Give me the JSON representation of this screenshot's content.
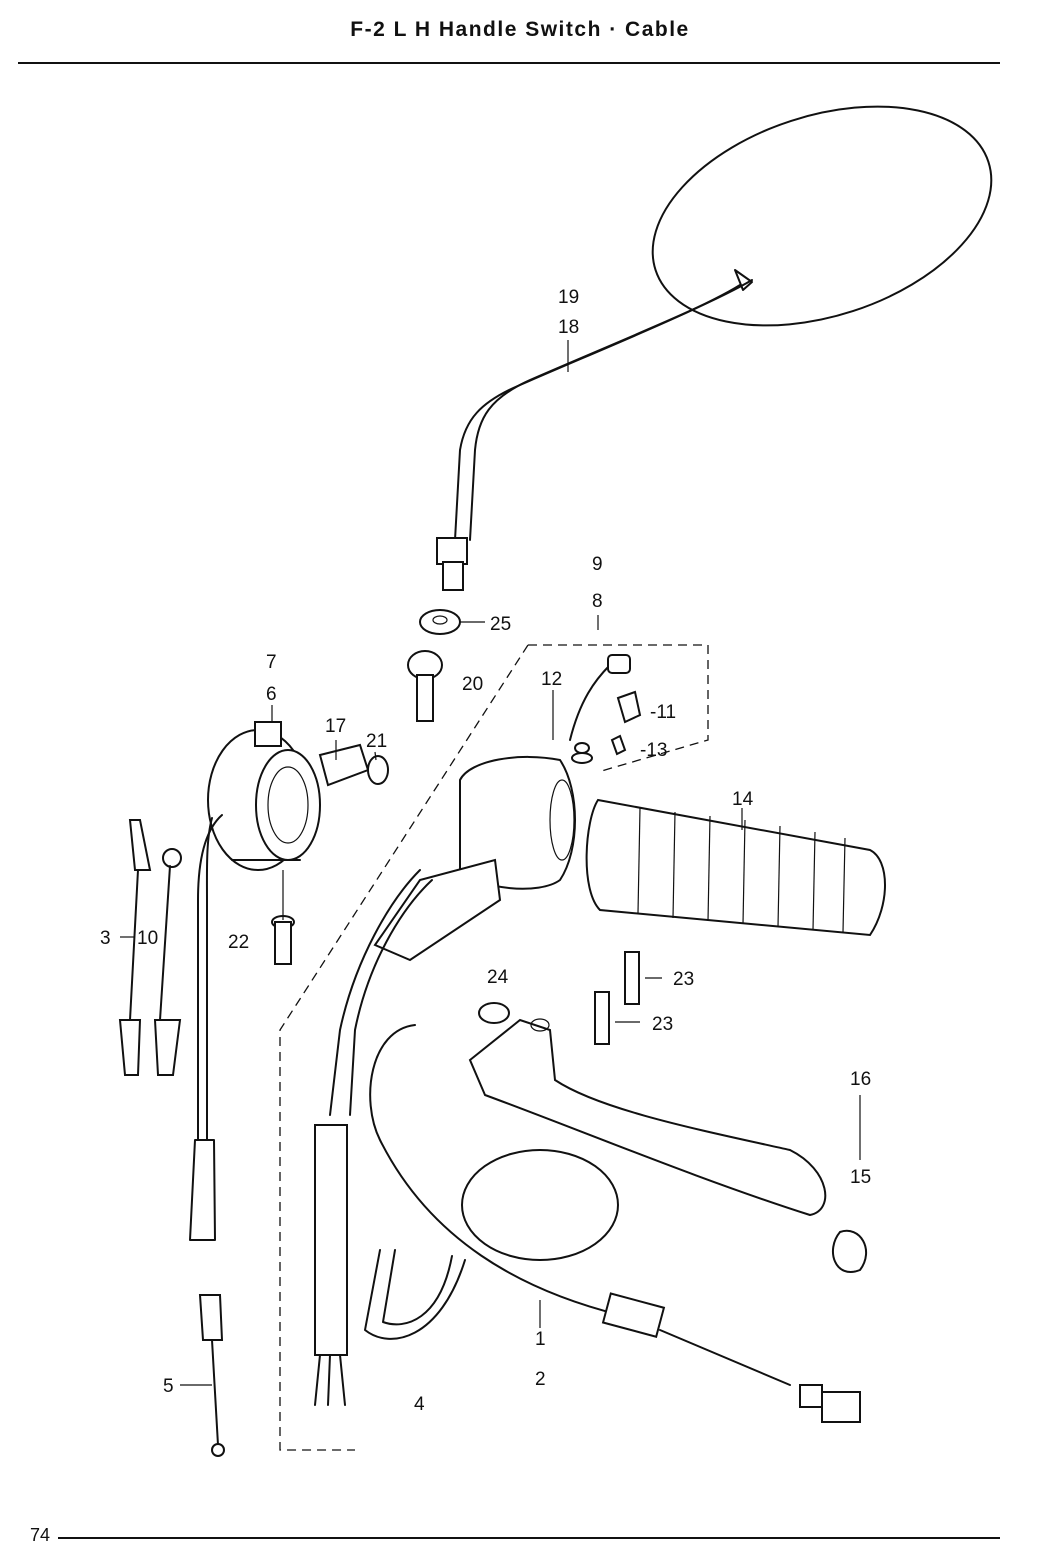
{
  "header": {
    "title": "F-2  L H Handle Switch · Cable"
  },
  "footer": {
    "page_number": "74"
  },
  "callouts": {
    "c19": "19",
    "c18": "18",
    "c9": "9",
    "c8": "8",
    "c25": "25",
    "c20": "20",
    "c7": "7",
    "c6": "6",
    "c17": "17",
    "c21": "21",
    "c12": "12",
    "c11": "-11",
    "c13": "-13",
    "c14": "14",
    "c3": "3",
    "c10": "10",
    "c22": "22",
    "c24": "24",
    "c23a": "23",
    "c23b": "23",
    "c16": "16",
    "c15": "15",
    "c1": "1",
    "c2": "2",
    "c5": "5",
    "c4": "4"
  }
}
